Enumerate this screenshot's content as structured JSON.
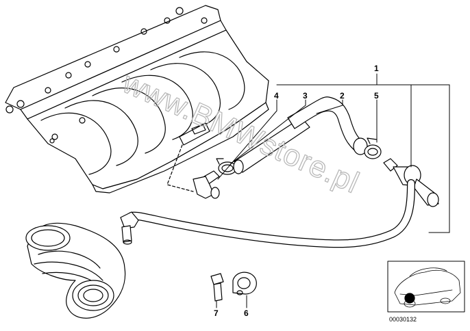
{
  "callouts": [
    {
      "id": "1",
      "label": "1"
    },
    {
      "id": "2",
      "label": "2"
    },
    {
      "id": "3",
      "label": "3"
    },
    {
      "id": "4",
      "label": "4"
    },
    {
      "id": "5",
      "label": "5"
    },
    {
      "id": "6",
      "label": "6"
    },
    {
      "id": "7",
      "label": "7"
    }
  ],
  "watermark": "www.BMWstore.pl",
  "part_number": "00030132",
  "colors": {
    "line": "#000000",
    "background": "#ffffff",
    "watermark": "#b8b8b8"
  }
}
